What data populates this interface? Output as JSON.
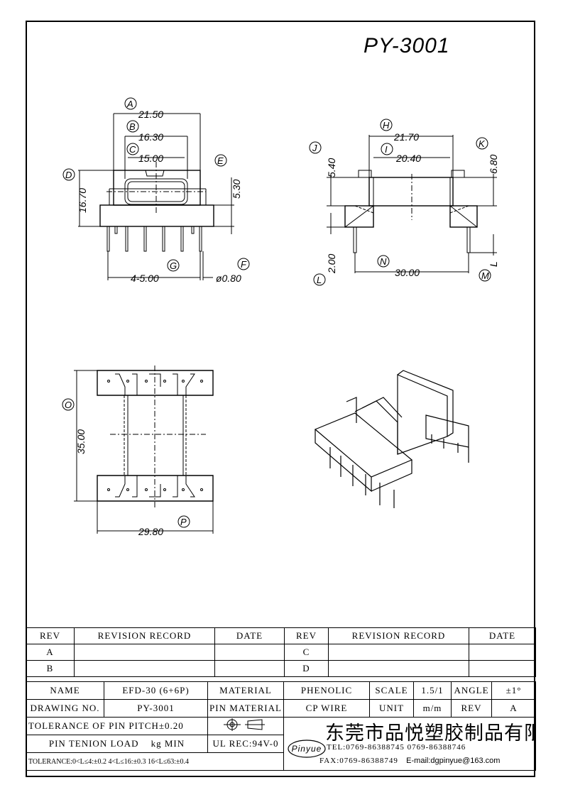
{
  "title": "PY-3001",
  "dims": {
    "A": "A",
    "A_val": "21.50",
    "B": "B",
    "B_val": "16.30",
    "C": "C",
    "C_val": "15.00",
    "D": "D",
    "D_val": "16.70",
    "E": "E",
    "E_val": "5.30",
    "G": "G",
    "G_val": "4-5.00",
    "F": "F",
    "F_val": "ø0.80",
    "H": "H",
    "H_val": "21.70",
    "I": "I",
    "I_val": "20.40",
    "J": "J",
    "J_val": "5.40",
    "K": "K",
    "K_val": "6.80",
    "L": "L",
    "L_val": "2.00",
    "N": "N",
    "N_val": "30.00",
    "M": "M",
    "M_letter": "L",
    "O": "O",
    "O_val": "35.00",
    "P": "P",
    "P_val": "29.80"
  },
  "rev_table": {
    "headers": [
      "REV",
      "REVISION RECORD",
      "DATE",
      "REV",
      "REVISION RECORD",
      "DATE"
    ],
    "rows": [
      [
        "A",
        "",
        "",
        "C",
        "",
        ""
      ],
      [
        "B",
        "",
        "",
        "D",
        "",
        ""
      ]
    ]
  },
  "info": {
    "name_label": "NAME",
    "name_value": "EFD-30 (6+6P)",
    "material_label": "MATERIAL",
    "material_value": "PHENOLIC",
    "scale_label": "SCALE",
    "scale_value": "1.5/1",
    "angle_label": "ANGLE",
    "angle_value": "±1°",
    "drawing_no_label": "DRAWING NO.",
    "drawing_no_value": "PY-3001",
    "pin_material_label": "PIN MATERIAL",
    "pin_material_value": "CP WIRE",
    "unit_label": "UNIT",
    "unit_value": "m/m",
    "rev_label": "REV",
    "rev_value": "A",
    "tolerance_pitch": "TOLERANCE OF PIN PITCH±0.20",
    "pin_tension": "PIN TENION LOAD    kg MIN",
    "ul_rec": "UL REC:94V-0",
    "tolerance": "TOLERANCE:0<L≤4:±0.2  4<L≤16:±0.3  16<L≤63:±0.4",
    "logo_text": "Pinyue",
    "company": "东莞市品悦塑胶制品有限公司",
    "tel": "TEL:0769-86388745    0769-86388746",
    "fax": "FAX:0769-86388749",
    "email": "E-mail:dgpinyue@163.com"
  }
}
